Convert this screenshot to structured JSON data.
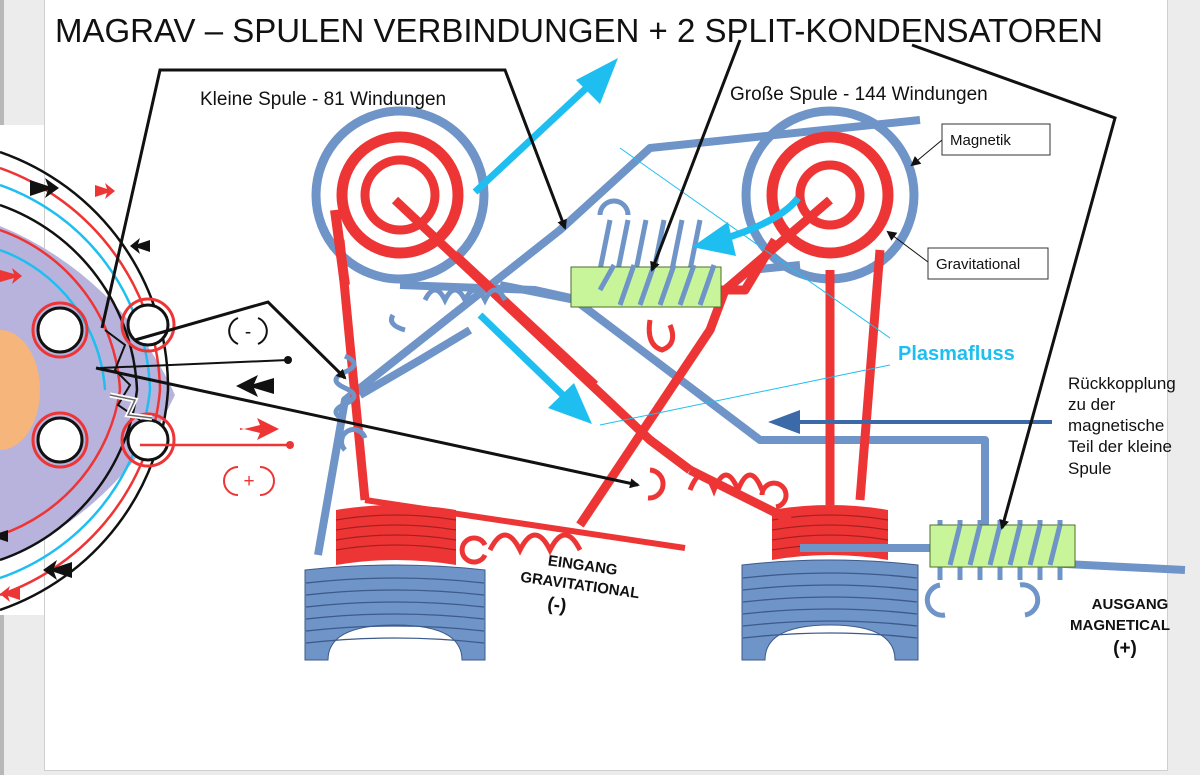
{
  "title": "MAGRAV – SPULEN VERBINDUNGEN + 2 SPLIT-KONDENSATOREN",
  "labels": {
    "small_coil": "Kleine Spule - 81 Windungen",
    "large_coil": "Große Spule - 144 Windungen",
    "magnetik": "Magnetik",
    "gravitational": "Gravitational",
    "plasmafluss": "Plasmafluss",
    "feedback": [
      "Rückkopplung",
      "zu der",
      "magnetische",
      "Teil der kleine",
      "Spule"
    ],
    "input": [
      "EINGANG",
      "GRAVITATIONAL",
      "(-)"
    ],
    "output": [
      "AUSGANG",
      "MAGNETICAL",
      "(+)"
    ],
    "minus_symbol": "(-)",
    "plus_symbol": "(+)"
  },
  "colors": {
    "blue_coil": "#6f94c8",
    "red_coil": "#ee3535",
    "capacitor": "#c8f59a",
    "plasma_arrow": "#1ebff0",
    "feedback_arrow": "#3c69a8",
    "halo": "#b8b3dd",
    "core": "#f6b57a"
  }
}
